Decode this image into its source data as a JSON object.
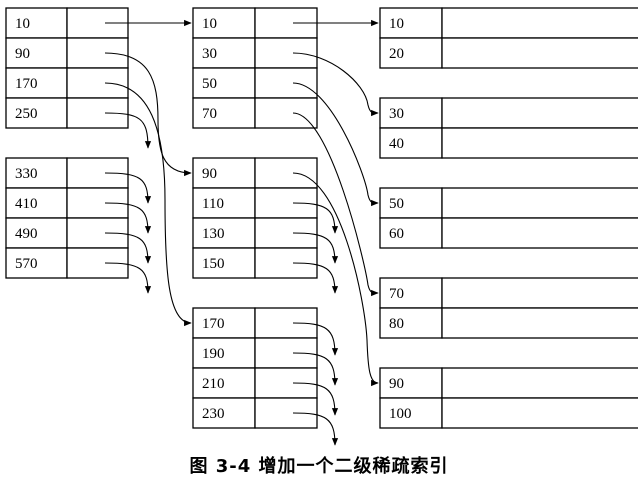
{
  "diagram": {
    "second_level_index": {
      "blocks": [
        [
          "10",
          "90",
          "170",
          "250"
        ],
        [
          "330",
          "410",
          "490",
          "570"
        ]
      ]
    },
    "first_level_index": {
      "blocks": [
        [
          "10",
          "30",
          "50",
          "70"
        ],
        [
          "90",
          "110",
          "130",
          "150"
        ],
        [
          "170",
          "190",
          "210",
          "230"
        ]
      ]
    },
    "data_file": {
      "blocks": [
        [
          "10",
          "20"
        ],
        [
          "30",
          "40"
        ],
        [
          "50",
          "60"
        ],
        [
          "70",
          "80"
        ],
        [
          "90",
          "100"
        ]
      ]
    }
  },
  "caption": {
    "text": "图 3-4   增加一个二级稀疏索引"
  }
}
